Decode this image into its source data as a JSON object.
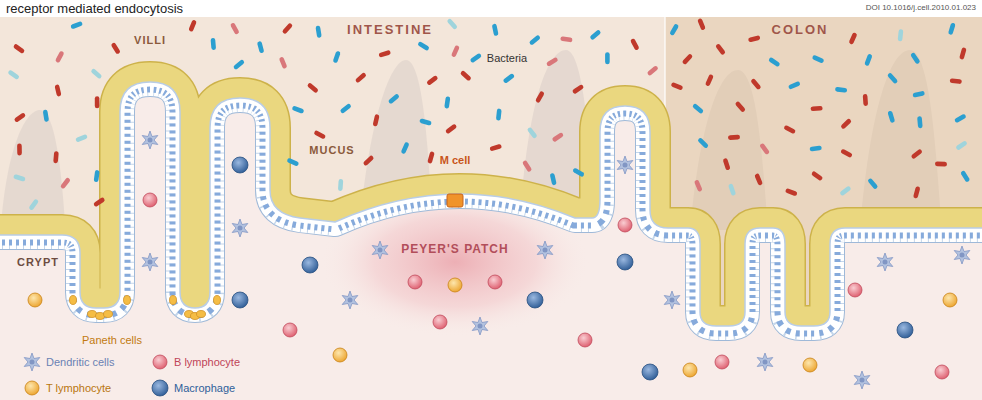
{
  "diagram": {
    "title": "receptor mediated endocytosis",
    "labels": [
      "DOI 10.1016/j.cell.2010.01.023",
      "INTESTINE",
      "COLON",
      "Bacteria",
      "VILLI",
      "MUCUS",
      "CRYPT",
      "M cell",
      "PEYER'S PATCH",
      "Paneth cells"
    ],
    "legend": [
      {
        "text": "Dendritic cells"
      },
      {
        "text": "B lymphocyte"
      },
      {
        "text": "T lymphocyte"
      },
      {
        "text": "Macrophage"
      }
    ]
  }
}
